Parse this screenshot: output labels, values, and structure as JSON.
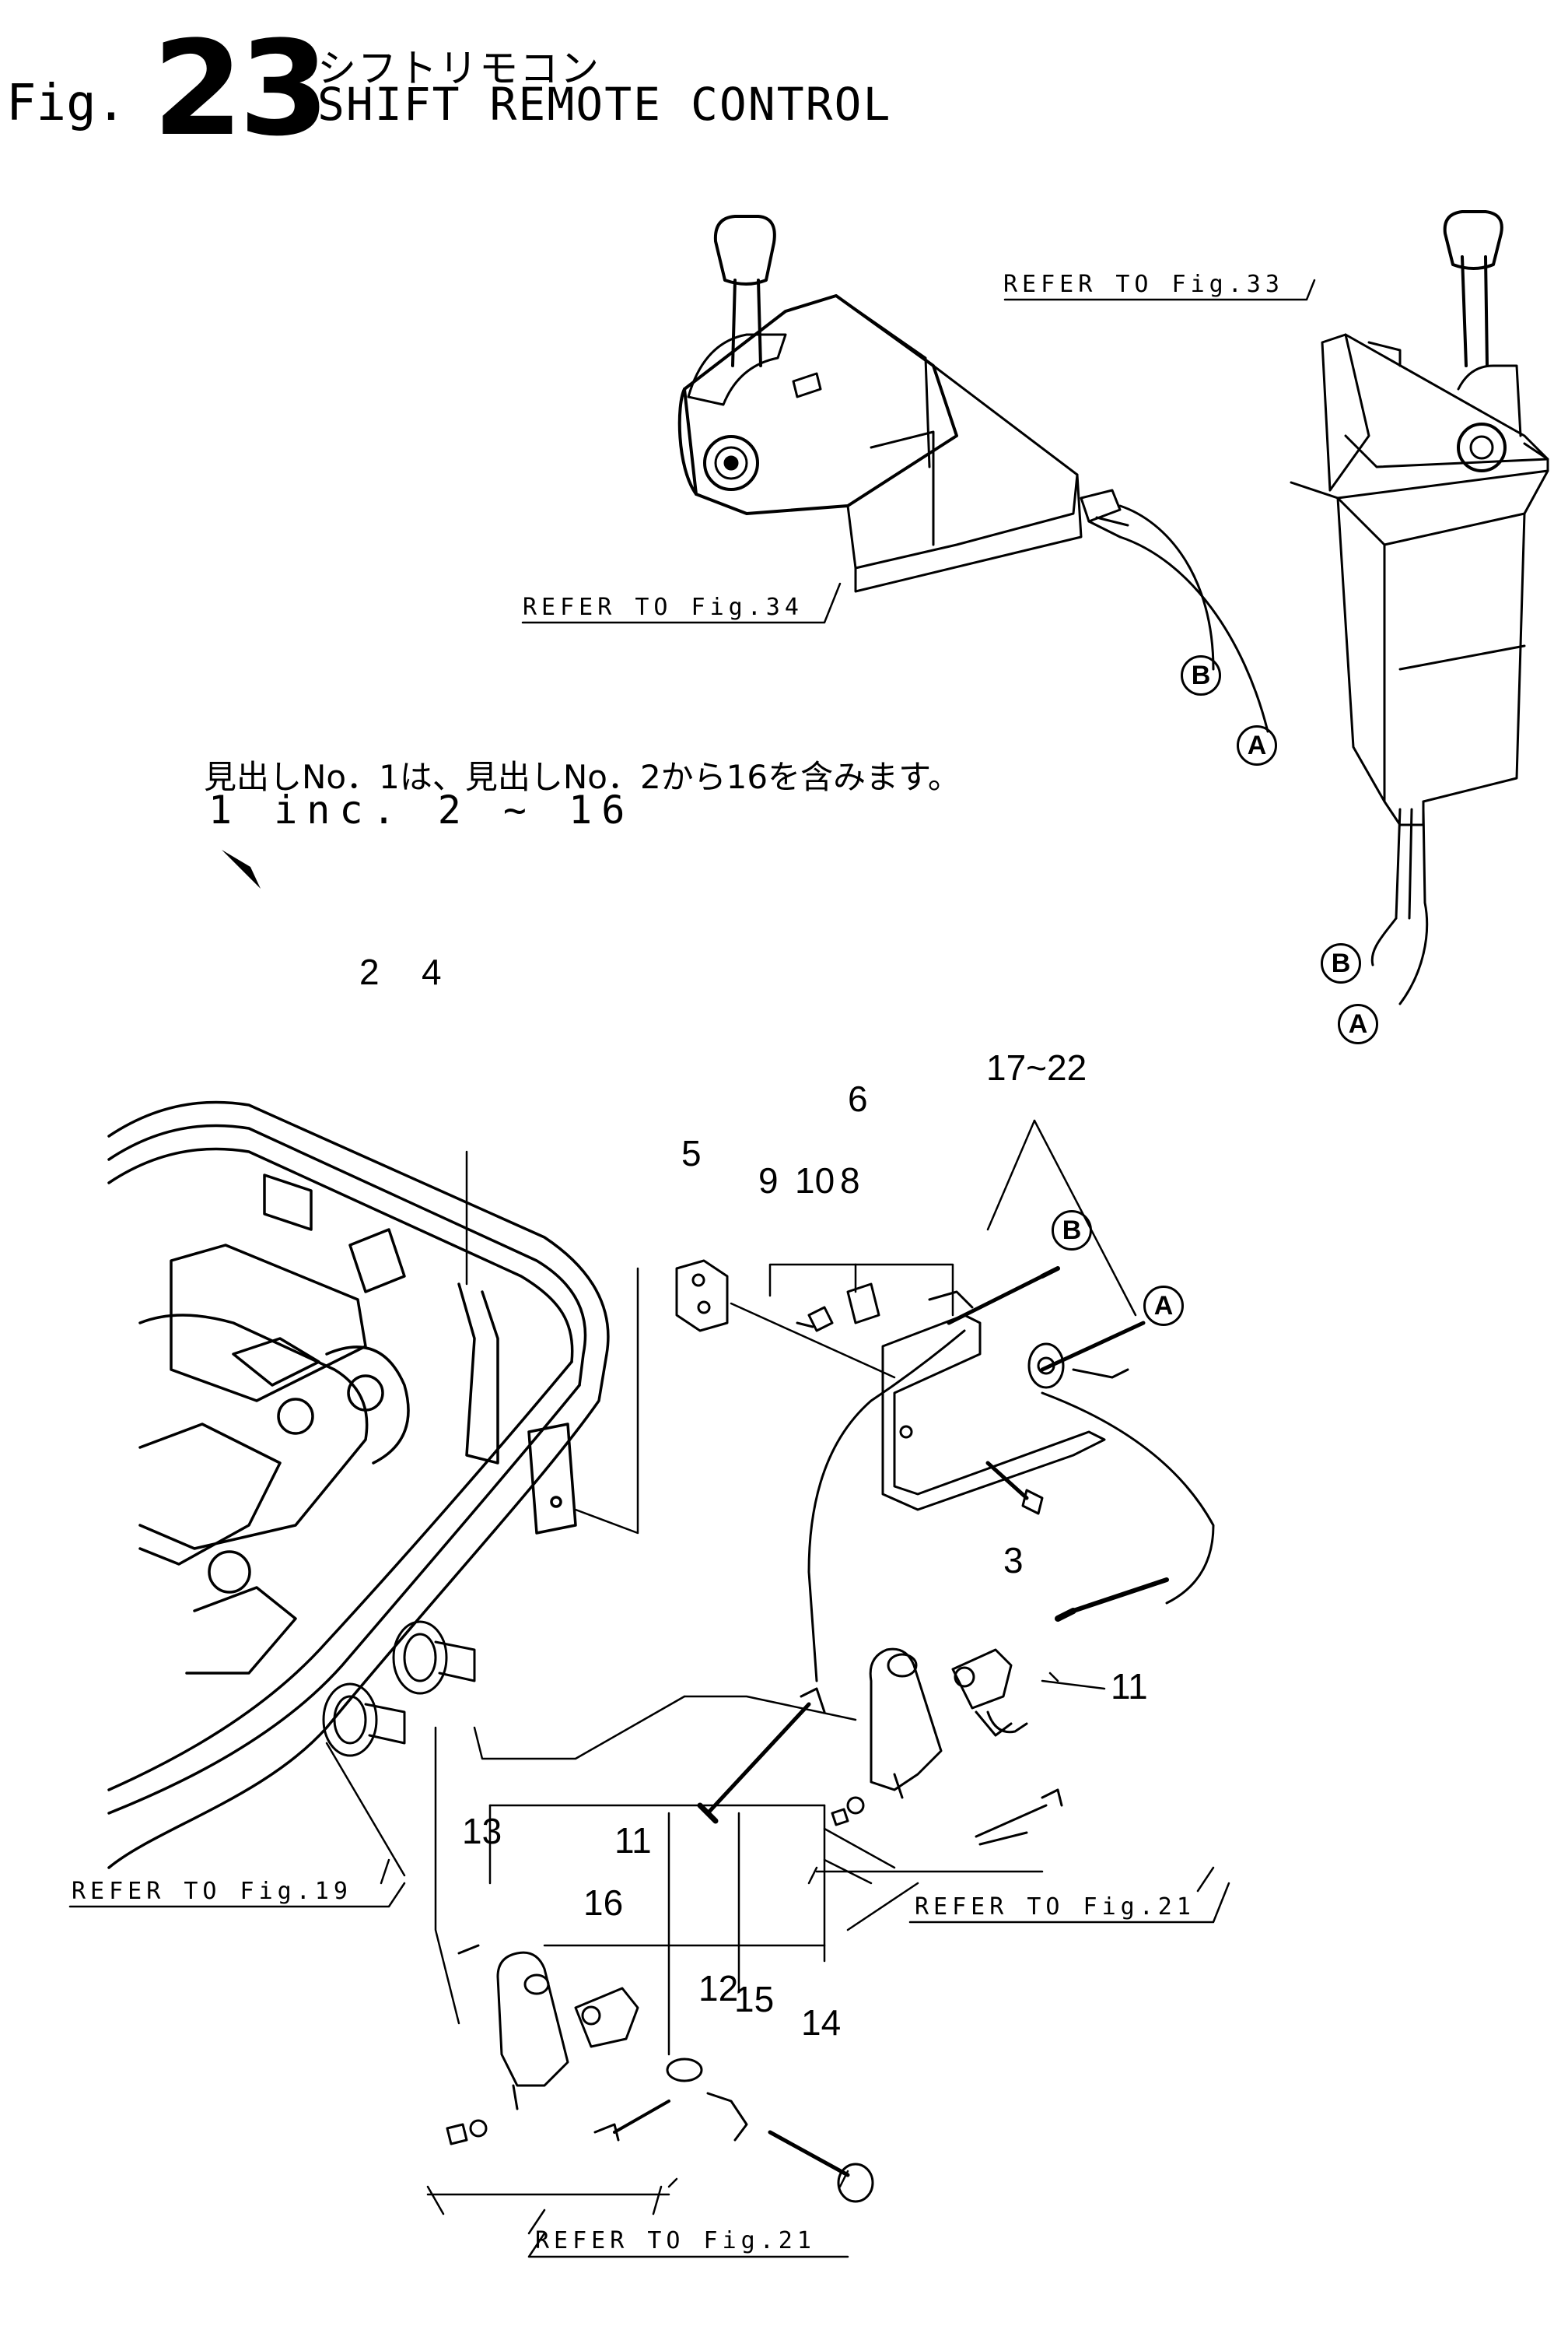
{
  "title": {
    "fig_prefix": "Fig.",
    "fig_number": "23",
    "jp": "シフトリモコン",
    "en": "SHIFT REMOTE CONTROL"
  },
  "note": {
    "jp": "見出しNo．1は、見出しNo．2から16を含みます。",
    "en": "1 inc. 2 ~ 16"
  },
  "refs": {
    "fig33": "REFER TO Fig.33",
    "fig34": "REFER TO Fig.34",
    "fig19": "REFER TO Fig.19",
    "fig21_right": "REFER TO Fig.21",
    "fig21_bottom": "REFER TO Fig.21"
  },
  "parts": {
    "p2": "2",
    "p4": "4",
    "p6": "6",
    "p17_22": "17~22",
    "p5": "5",
    "p9": "9",
    "p10": "10",
    "p8": "8",
    "p3": "3",
    "p11_right": "11",
    "p13": "13",
    "p11_bottom": "11",
    "p16": "16",
    "p12": "12",
    "p15": "15",
    "p14": "14"
  },
  "cables": {
    "b_top": "B",
    "a_top": "A",
    "b_right": "B",
    "a_right": "A",
    "b_mid": "B",
    "a_mid": "A"
  }
}
